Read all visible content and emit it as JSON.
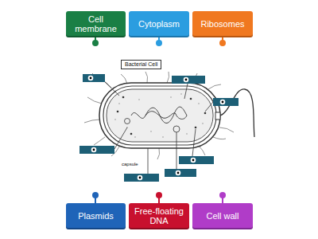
{
  "diagram": {
    "nodes": [
      {
        "text": [
          "Cell membrane"
        ]
      },
      {
        "text": [
          "Cytoplasm"
        ]
      },
      {
        "text": [
          "Ribosomes"
        ]
      },
      {
        "text": [
          "Bacterial Cell"
        ]
      },
      {
        "text": [
          "Plasmids"
        ]
      },
      {
        "text": [
          "Free-floating DNA"
        ]
      },
      {
        "text": [
          "Cell wall"
        ]
      }
    ],
    "labels": [
      "capsule"
    ]
  }
}
